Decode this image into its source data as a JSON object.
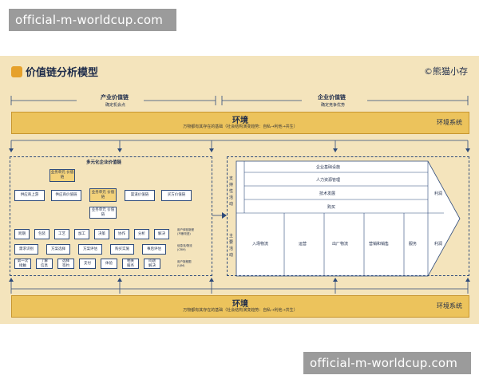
{
  "watermark": "official-m-worldcup.com",
  "title": "价值链分析模型",
  "copyright": "©熊猫小存",
  "headers": {
    "industry": {
      "title": "产业价值链",
      "sub": "确定机会点"
    },
    "enterprise": {
      "title": "企业价值链",
      "sub": "确定竞争优势"
    }
  },
  "environment": {
    "title": "环境",
    "subtitle": "万物都有其存在的基础（社会结构演变趋势：自私→利他→共生）",
    "right_label": "环境系统"
  },
  "left": {
    "title": "多元化企业价值链",
    "boxes": {
      "upstream_unit": "业务单元\n价值链",
      "unit_main": "业务单元\n价值链",
      "unit_sub": "业务单元\n价值链",
      "sup_up": "供应商上游",
      "sup_chain": "供应商价值链",
      "channel": "渠道价值链",
      "buyer": "买方价值链"
    },
    "row1": [
      "跨期",
      "包装",
      "工艺",
      "加工",
      "决策",
      "协作",
      "分析",
      "解决"
    ],
    "row2": [
      "需求识别",
      "方案选择",
      "方案评估",
      "购买实施",
      "事后评估"
    ],
    "row3": [
      "第一次\n接触",
      "了解\n信息",
      "选择\n签约",
      "支付",
      "体验",
      "相关\n服务",
      "问题\n解决"
    ],
    "side_notes": [
      "用户体验旅程\n(不断改进)",
      "信息流/物流\n(CRM)",
      "用户旅程图\n(UJM)"
    ]
  },
  "right": {
    "support_label": "支持性活动",
    "primary_label": "主要活动",
    "support": [
      "企业基础设施",
      "人力资源管理",
      "技术发展",
      "购买"
    ],
    "primary": [
      "入场物流",
      "运营",
      "出厂物流",
      "营销和销售",
      "服务"
    ],
    "margin": "利润"
  }
}
